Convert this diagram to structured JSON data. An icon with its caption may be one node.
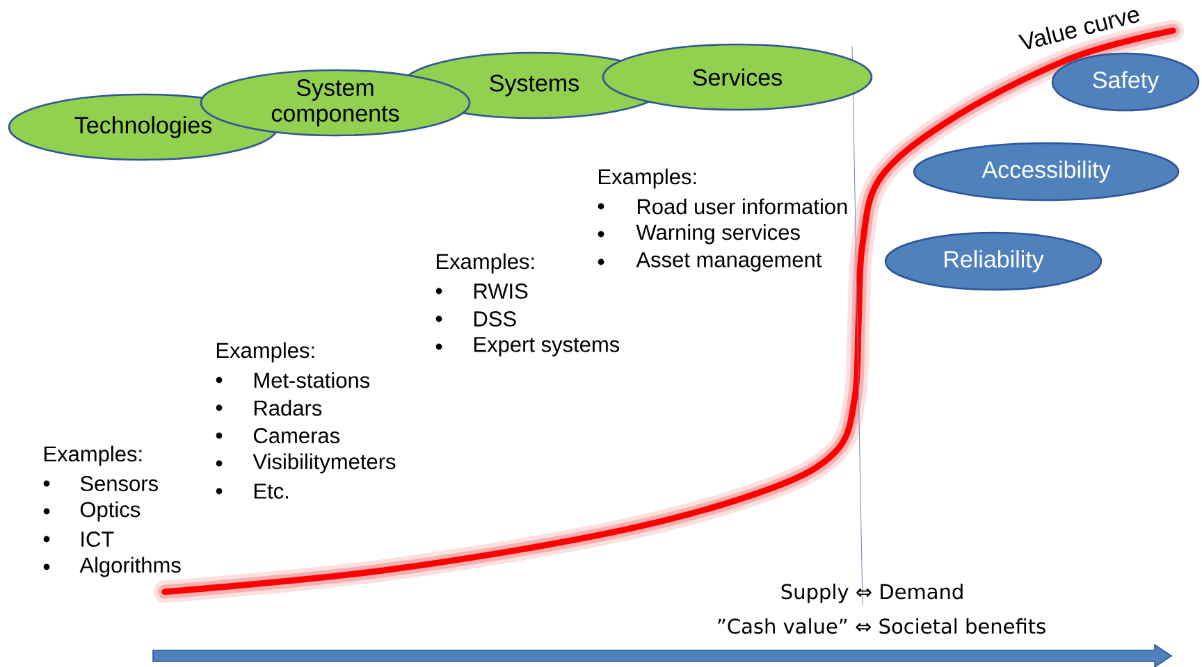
{
  "diagram": {
    "nodes": [
      {
        "text": [
          "Technologies"
        ]
      },
      {
        "text": [
          "System components"
        ]
      },
      {
        "text": [
          "Systems"
        ]
      },
      {
        "text": [
          "Services"
        ]
      },
      {
        "text": [
          "Safety"
        ]
      },
      {
        "text": [
          "Accessibility"
        ]
      },
      {
        "text": [
          "Reliability"
        ]
      }
    ],
    "edges": [],
    "labels": [
      "Value curve",
      "Examples:",
      "Road user information",
      "Warning services",
      "Asset management",
      "Examples:",
      "RWIS",
      "DSS",
      "Expert systems",
      "Examples:",
      "Met-stations",
      "Radars",
      "Cameras",
      "Visibilitymeters",
      "Etc.",
      "Examples:",
      "Sensors",
      "Optics",
      "ICT",
      "Algorithms",
      "Supply ⇔ Demand",
      "”Cash value” ⇔ Societal benefits"
    ]
  }
}
